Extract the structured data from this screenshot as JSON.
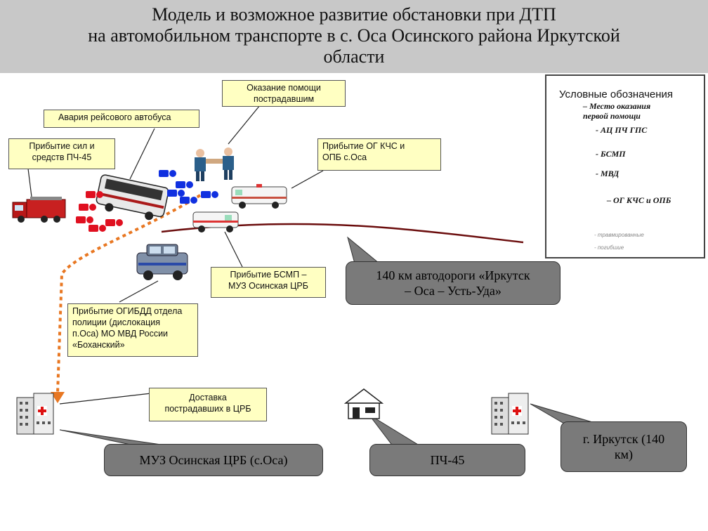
{
  "title": {
    "line1": "Модель и возможное развитие обстановки при ДТП",
    "line2": "на автомобильном транспорте в с. Оса Осинского района Иркутской",
    "line3": "области"
  },
  "callouts": {
    "help": [
      "Оказание помощи",
      "пострадавшим"
    ],
    "bus_accident": "Авария рейсового автобуса",
    "pch45_arrival": [
      "Прибытие сил и",
      "средств ПЧ-45"
    ],
    "ogkchs_arrival": [
      "Прибытие ОГ КЧС и",
      "ОПБ с.Оса"
    ],
    "bsmp_arrival": [
      "Прибытие БСМП –",
      "МУЗ Осинская ЦРБ"
    ],
    "ogibdd_arrival": [
      "Прибытие ОГИБДД отдела",
      "полиции (дислокация",
      "п.Оса) МО МВД России",
      "«Боханский»"
    ],
    "delivery": [
      "Доставка",
      "пострадавших в ЦРБ"
    ]
  },
  "places": {
    "road_km": [
      "140 км автодороги «Иркутск",
      "– Оса – Усть-Уда»"
    ],
    "hospital": "МУЗ Осинская ЦРБ (с.Оса)",
    "fire_station": "ПЧ-45",
    "irkutsk": [
      "г. Иркутск (140",
      "км)"
    ]
  },
  "legend": {
    "title": "Условные обозначения",
    "first_aid": [
      "– Место оказания",
      "первой помощи"
    ],
    "fire": "- АЦ ПЧ ГПС",
    "bsmp": "- БСМП",
    "mvd": "- МВД",
    "ogkchs": "– ОГ КЧС и ОПБ",
    "injured": "- травмированные",
    "dead": "- погибшие"
  },
  "colors": {
    "title_bg": "#c8c8c8",
    "callout_yellow": "#ffffc2",
    "callout_gray": "#7a7a7a",
    "road": "#6b0d0d",
    "route": "#e87722",
    "injured": "#1030e0",
    "dead": "#e01020"
  },
  "icons": [
    "fire-truck-icon",
    "bus-icon",
    "ambulance-icon",
    "police-car-icon",
    "hospital-icon",
    "fire-station-icon",
    "person-icon",
    "rescuer-icon"
  ]
}
